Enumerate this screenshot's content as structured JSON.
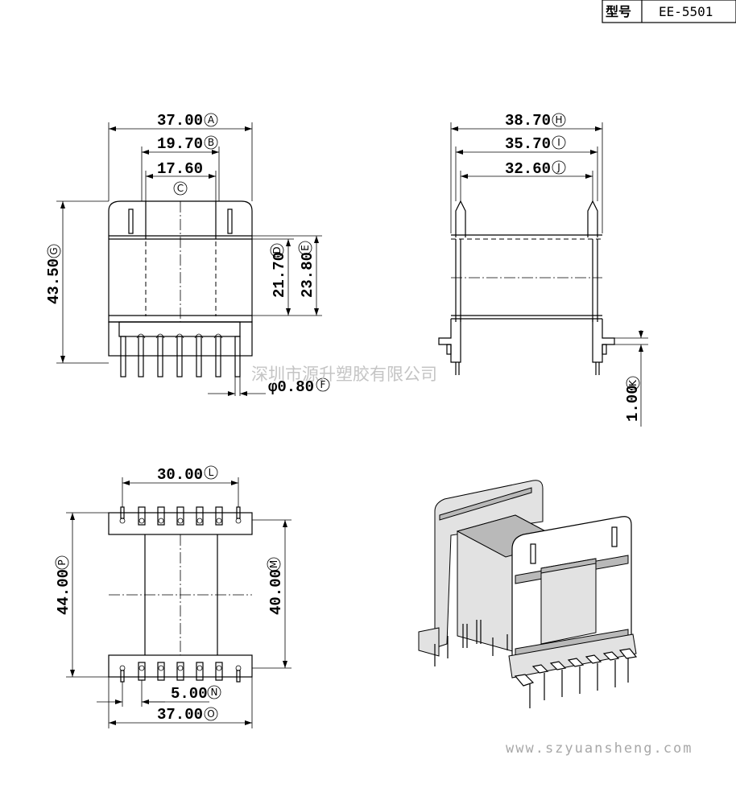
{
  "title_block": {
    "model_label": "型号",
    "model_value": "EE-5501"
  },
  "watermark": "深圳市源升塑胶有限公司",
  "website": "www.szyuansheng.com",
  "front_view": {
    "A": {
      "value": "37.00",
      "tag": "A"
    },
    "B": {
      "value": "19.70",
      "tag": "B"
    },
    "C": {
      "value": "17.60",
      "tag": "C"
    },
    "D": {
      "value": "21.70",
      "tag": "D"
    },
    "E": {
      "value": "23.80",
      "tag": "E"
    },
    "F": {
      "value": "φ0.80",
      "tag": "F"
    },
    "G": {
      "value": "43.50",
      "tag": "G"
    }
  },
  "side_view": {
    "H": {
      "value": "38.70",
      "tag": "H"
    },
    "I": {
      "value": "35.70",
      "tag": "I"
    },
    "J": {
      "value": "32.60",
      "tag": "J"
    },
    "K": {
      "value": "1.00",
      "tag": "K"
    }
  },
  "bottom_view": {
    "L": {
      "value": "30.00",
      "tag": "L"
    },
    "M": {
      "value": "40.00",
      "tag": "M"
    },
    "N": {
      "value": "5.00",
      "tag": "N"
    },
    "O": {
      "value": "37.00",
      "tag": "O"
    },
    "P": {
      "value": "44.00",
      "tag": "P"
    }
  }
}
